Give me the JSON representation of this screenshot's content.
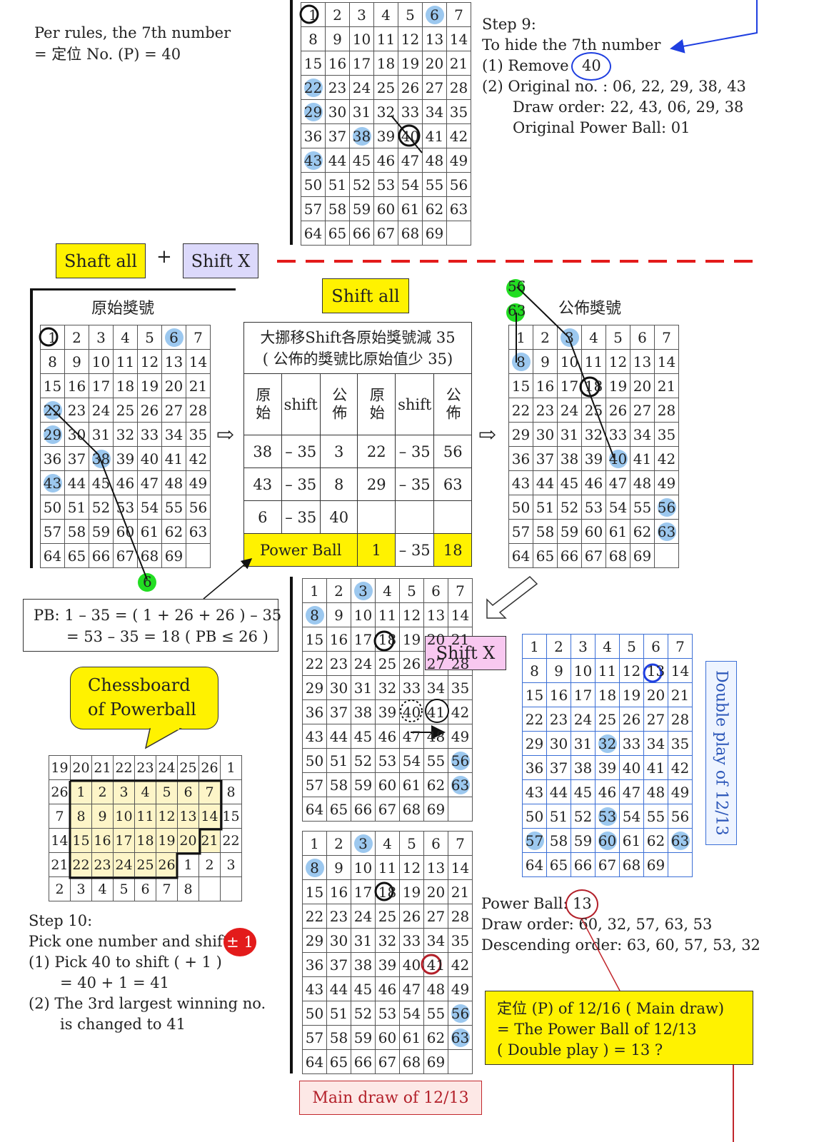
{
  "top_left_text": {
    "line1": "Per rules, the 7th number",
    "line2": "= 定位 No. (P) = 40"
  },
  "step9": {
    "title": "Step 9:",
    "line1": "To hide the 7th  number",
    "line2a": "(1) Remove",
    "remove_value": "40",
    "line3": "(2) Original no. :  06, 22, 29, 38, 43",
    "line4": "Draw order:  22, 43, 06, 29, 38",
    "line5": "Original Power Ball:  01"
  },
  "labels": {
    "shaft_all": "Shaft all",
    "plus": "+",
    "shift_x": "Shift X",
    "shift_all": "Shift all",
    "original_title": "原始獎號",
    "published_title": "公佈獎號",
    "shift_x_box": "Shift X",
    "double_play": "Double play of 12/13",
    "main_draw": "Main draw of 12/13",
    "arrow_right": "⇨",
    "green_6": "6",
    "green_56": "56",
    "green_63": "63"
  },
  "shift_table": {
    "header1": "大挪移Shift各原始獎號減 35",
    "header2": "( 公佈的獎號比原始值少 35)",
    "col_original": "原始",
    "col_shift": "shift",
    "col_published": "公佈",
    "rows": [
      [
        "38",
        "– 35",
        "3",
        "22",
        "– 35",
        "56"
      ],
      [
        "43",
        "– 35",
        "8",
        "29",
        "– 35",
        "63"
      ],
      [
        "6",
        "– 35",
        "40",
        "",
        "",
        ""
      ]
    ],
    "pb_label": "Power Ball",
    "pb_original": "1",
    "pb_shift": "– 35",
    "pb_published": "18"
  },
  "pb_formula": {
    "line1": "PB:  1 – 35 = ( 1 + 26 + 26 ) – 35",
    "line2": "= 53 – 35 = 18   ( PB ≤ 26 )"
  },
  "chessboard": {
    "callout": "Chessboard of Powerball",
    "rows": [
      [
        "19",
        "20",
        "21",
        "22",
        "23",
        "24",
        "25",
        "26",
        "1"
      ],
      [
        "26",
        "1",
        "2",
        "3",
        "4",
        "5",
        "6",
        "7",
        "8"
      ],
      [
        "7",
        "8",
        "9",
        "10",
        "11",
        "12",
        "13",
        "14",
        "15"
      ],
      [
        "14",
        "15",
        "16",
        "17",
        "18",
        "19",
        "20",
        "21",
        "22"
      ],
      [
        "21",
        "22",
        "23",
        "24",
        "25",
        "26",
        "1",
        "2",
        "3"
      ],
      [
        "2",
        "3",
        "4",
        "5",
        "6",
        "7",
        "8",
        "",
        ""
      ]
    ]
  },
  "step10": {
    "title": "Step 10:",
    "line1": "Pick one number and shift",
    "badge": "± 1",
    "line2": "(1) Pick 40 to shift  ( + 1 )",
    "line3": "= 40 + 1 = 41",
    "line4": "(2) The 3rd largest winning no.",
    "line5": "is changed to 41"
  },
  "power_ball_info": {
    "line1": "Power Ball:",
    "pb_value": "13",
    "line2": "Draw order:  60, 32, 57, 63, 53",
    "line3": "Descending order:  63, 60, 57, 53, 32"
  },
  "bottom_box": {
    "line1": "定位 (P) of 12/16 ( Main draw)",
    "line2": "= The Power Ball of 12/13",
    "line3": "( Double play ) = 13 ?"
  },
  "grid_numbers": [
    "1",
    "2",
    "3",
    "4",
    "5",
    "6",
    "7",
    "8",
    "9",
    "10",
    "11",
    "12",
    "13",
    "14",
    "15",
    "16",
    "17",
    "18",
    "19",
    "20",
    "21",
    "22",
    "23",
    "24",
    "25",
    "26",
    "27",
    "28",
    "29",
    "30",
    "31",
    "32",
    "33",
    "34",
    "35",
    "36",
    "37",
    "38",
    "39",
    "40",
    "41",
    "42",
    "43",
    "44",
    "45",
    "46",
    "47",
    "48",
    "49",
    "50",
    "51",
    "52",
    "53",
    "54",
    "55",
    "56",
    "57",
    "58",
    "59",
    "60",
    "61",
    "62",
    "63",
    "64",
    "65",
    "66",
    "67",
    "68",
    "69",
    ""
  ],
  "colors": {
    "highlight": "#9cc8ef",
    "yellow": "#fff200",
    "lavender": "#dcd9fb",
    "pink": "#f8c8f0",
    "red": "#e31b1b",
    "green": "#22dd22",
    "blue_ring": "#1f3fe0",
    "dark_red": "#b3202a"
  }
}
